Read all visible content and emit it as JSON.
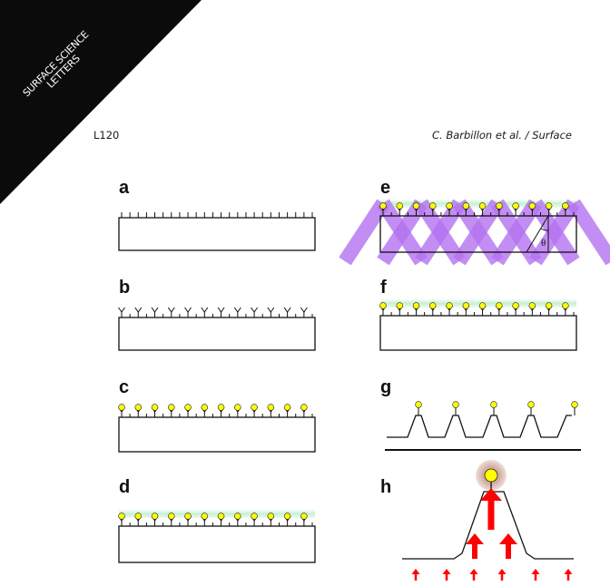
{
  "colors": {
    "band": "#0b0b0b",
    "molecule": "#ffff00",
    "glow": "#c8f0d2",
    "light_beam": "#b472f0",
    "force_arrow": "#ff0000",
    "halo": "#cfa49a"
  },
  "journal_band": {
    "line1": "SURFACE SCIENCE",
    "line2": "LETTERS"
  },
  "header": {
    "page": "L120",
    "running_head": "C. Barbillon et al. / Surface"
  },
  "figure": {
    "panels": [
      {
        "id": "a",
        "label": "a"
      },
      {
        "id": "b",
        "label": "b"
      },
      {
        "id": "c",
        "label": "c"
      },
      {
        "id": "d",
        "label": "d"
      },
      {
        "id": "e",
        "label": "e"
      },
      {
        "id": "f",
        "label": "f"
      },
      {
        "id": "g",
        "label": "g"
      },
      {
        "id": "h",
        "label": "h"
      }
    ],
    "angle_label": "θ"
  }
}
